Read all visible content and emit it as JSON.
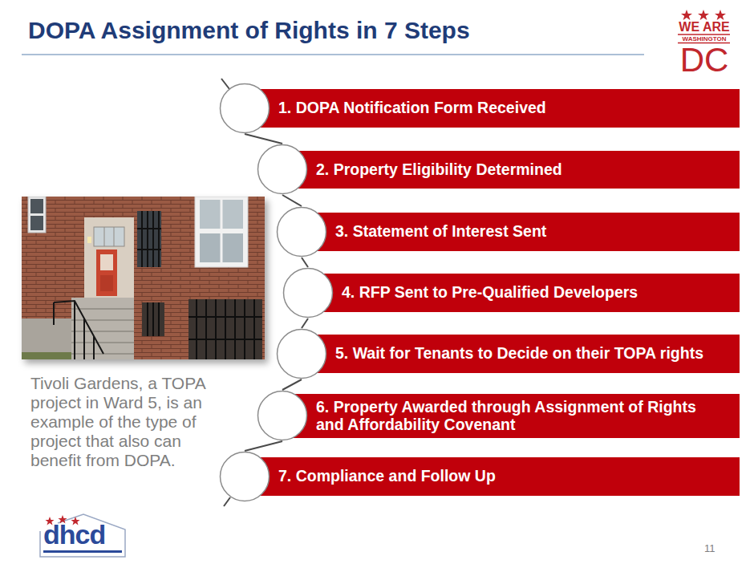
{
  "diagram": {
    "title": "DOPA Assignment of Rights in 7 Steps",
    "caption": "Tivoli Gardens, a TOPA project in Ward 5, is an example of the type of project that also can benefit from DOPA.",
    "nodes": [
      {
        "text": [
          "1. DOPA Notification Form Received"
        ]
      },
      {
        "text": [
          "2. Property Eligibility Determined"
        ]
      },
      {
        "text": [
          "3. Statement of Interest Sent"
        ]
      },
      {
        "text": [
          "4. RFP Sent to Pre-Qualified Developers"
        ]
      },
      {
        "text": [
          "5. Wait for Tenants to Decide on their TOPA rights"
        ]
      },
      {
        "text": [
          "6. Property Awarded through Assignment of Rights and Affordability Covenant"
        ]
      },
      {
        "text": [
          "7. Compliance and Follow Up"
        ]
      }
    ],
    "edges": [
      {
        "from": 0,
        "to": 1,
        "arrow": "none"
      },
      {
        "from": 1,
        "to": 2,
        "arrow": "none"
      },
      {
        "from": 2,
        "to": 3,
        "arrow": "none"
      },
      {
        "from": 3,
        "to": 4,
        "arrow": "none"
      },
      {
        "from": 4,
        "to": 5,
        "arrow": "none"
      },
      {
        "from": 5,
        "to": 6,
        "arrow": "none"
      }
    ],
    "labels": [
      "WE ARE",
      "WASHINGTON",
      "DC",
      "dhcd",
      "11"
    ]
  }
}
